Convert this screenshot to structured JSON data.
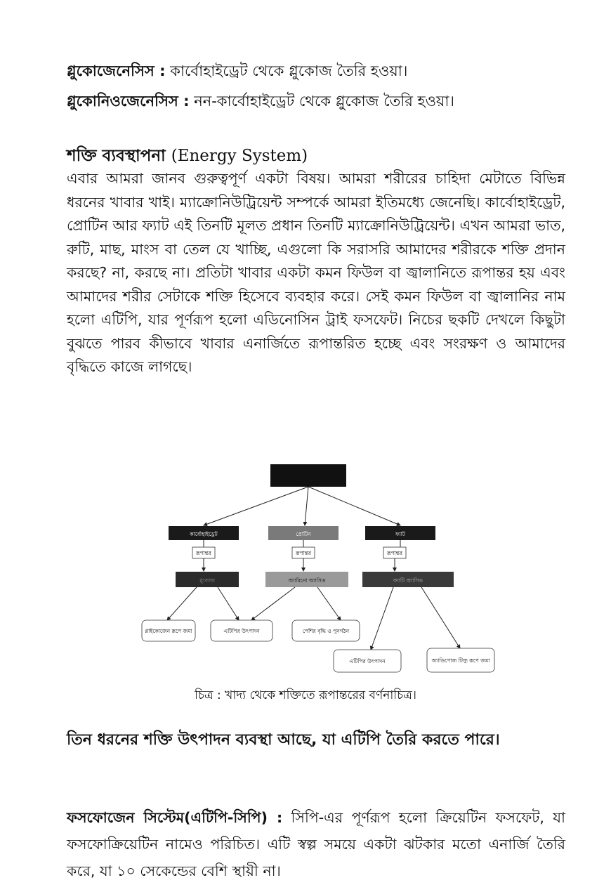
{
  "definitions": [
    {
      "term": "গ্লুকোজেনেসিস :",
      "text": " কার্বোহাইড্রেট থেকে গ্লুকোজ তৈরি হওয়া।"
    },
    {
      "term": "গ্লুকোনিওজেনেসিস :",
      "text": " নন-কার্বোহাইড্রেট থেকে গ্লুকোজ তৈরি হওয়া।"
    }
  ],
  "section": {
    "heading_bn": "শক্তি ব্যবস্থাপনা",
    "heading_en": "(Energy System)",
    "paragraph": "এবার আমরা জানব গুরুত্বপূর্ণ একটা বিষয়। আমরা শরীরের চাহিদা মেটাতে বিভিন্ন ধরনের খাবার খাই। ম্যাক্রোনিউট্রিয়েন্ট সম্পর্কে আমরা ইতিমধ্যে জেনেছি। কার্বোহাইড্রেট, প্রোটিন আর ফ্যাট এই তিনটি মূলত প্রধান তিনটি ম্যাক্রোনিউট্রিয়েন্ট। এখন আমরা ভাত, রুটি, মাছ, মাংস বা তেল যে খাচ্ছি, এগুলো কি সরাসরি আমাদের শরীরকে শক্তি প্রদান করছে? না, করছে না। প্রতিটা খাবার একটা কমন ফিউল বা জ্বালানিতে রূপান্তর হয় এবং আমাদের শরীর সেটাকে শক্তি হিসেবে ব্যবহার করে। সেই কমন ফিউল বা জ্বালানির নাম হলো এটিপি, যার পূর্ণরূপ হলো এডিনোসিন ট্রাই ফসফেট। নিচের ছকটি দেখলে কিছুটা বুঝতে পারব কীভাবে খাবার এনার্জিতে রূপান্তরিত হচ্ছে এবং সংরক্ষণ ও আমাদের বৃদ্ধিতে কাজে লাগছে।"
  },
  "diagram": {
    "top_box": "",
    "macros": [
      "কার্বোহাইড্রেট",
      "প্রোটিন",
      "ফ্যাট"
    ],
    "convert_label": "রূপান্তর",
    "products": [
      "গ্লুকোজ",
      "অ্যামিনো অ্যাসিড",
      "ফ্যাটি অ্যাসিড"
    ],
    "outcomes": [
      "গ্লাইকোজেন রূপে জমা",
      "এটিপির উৎপাদন",
      "পেশির বৃদ্ধি ও পুনর্গঠন",
      "এটিপির উৎপাদন",
      "অ্যাডিপোজ টিস্যু রূপে জমা"
    ],
    "caption": "চিত্র : খাদ্য থেকে শক্তিতে রূপান্তরের বর্ণনাচিত্র।"
  },
  "energy_statement": "তিন ধরনের শক্তি উৎপাদন ব্যবস্থা আছে, যা এটিপি তৈরি করতে পারে।",
  "phosphagen": {
    "term": "ফসফোজেন সিস্টেম(এটিপি-সিপি) :",
    "text": " সিপি-এর পূর্ণরূপ হলো ক্রিয়েটিন ফসফেট, যা ফসফোক্রিয়েটিন নামেও পরিচিত। এটি স্বল্প সময়ে একটা ঝটকার মতো এনার্জি তৈরি করে, যা ১০ সেকেন্ডের বেশি স্থায়ী না।"
  },
  "colors": {
    "dark_box": "#111111",
    "gray_box": "#7a7a7a",
    "product_box": "#2b2b2b"
  }
}
